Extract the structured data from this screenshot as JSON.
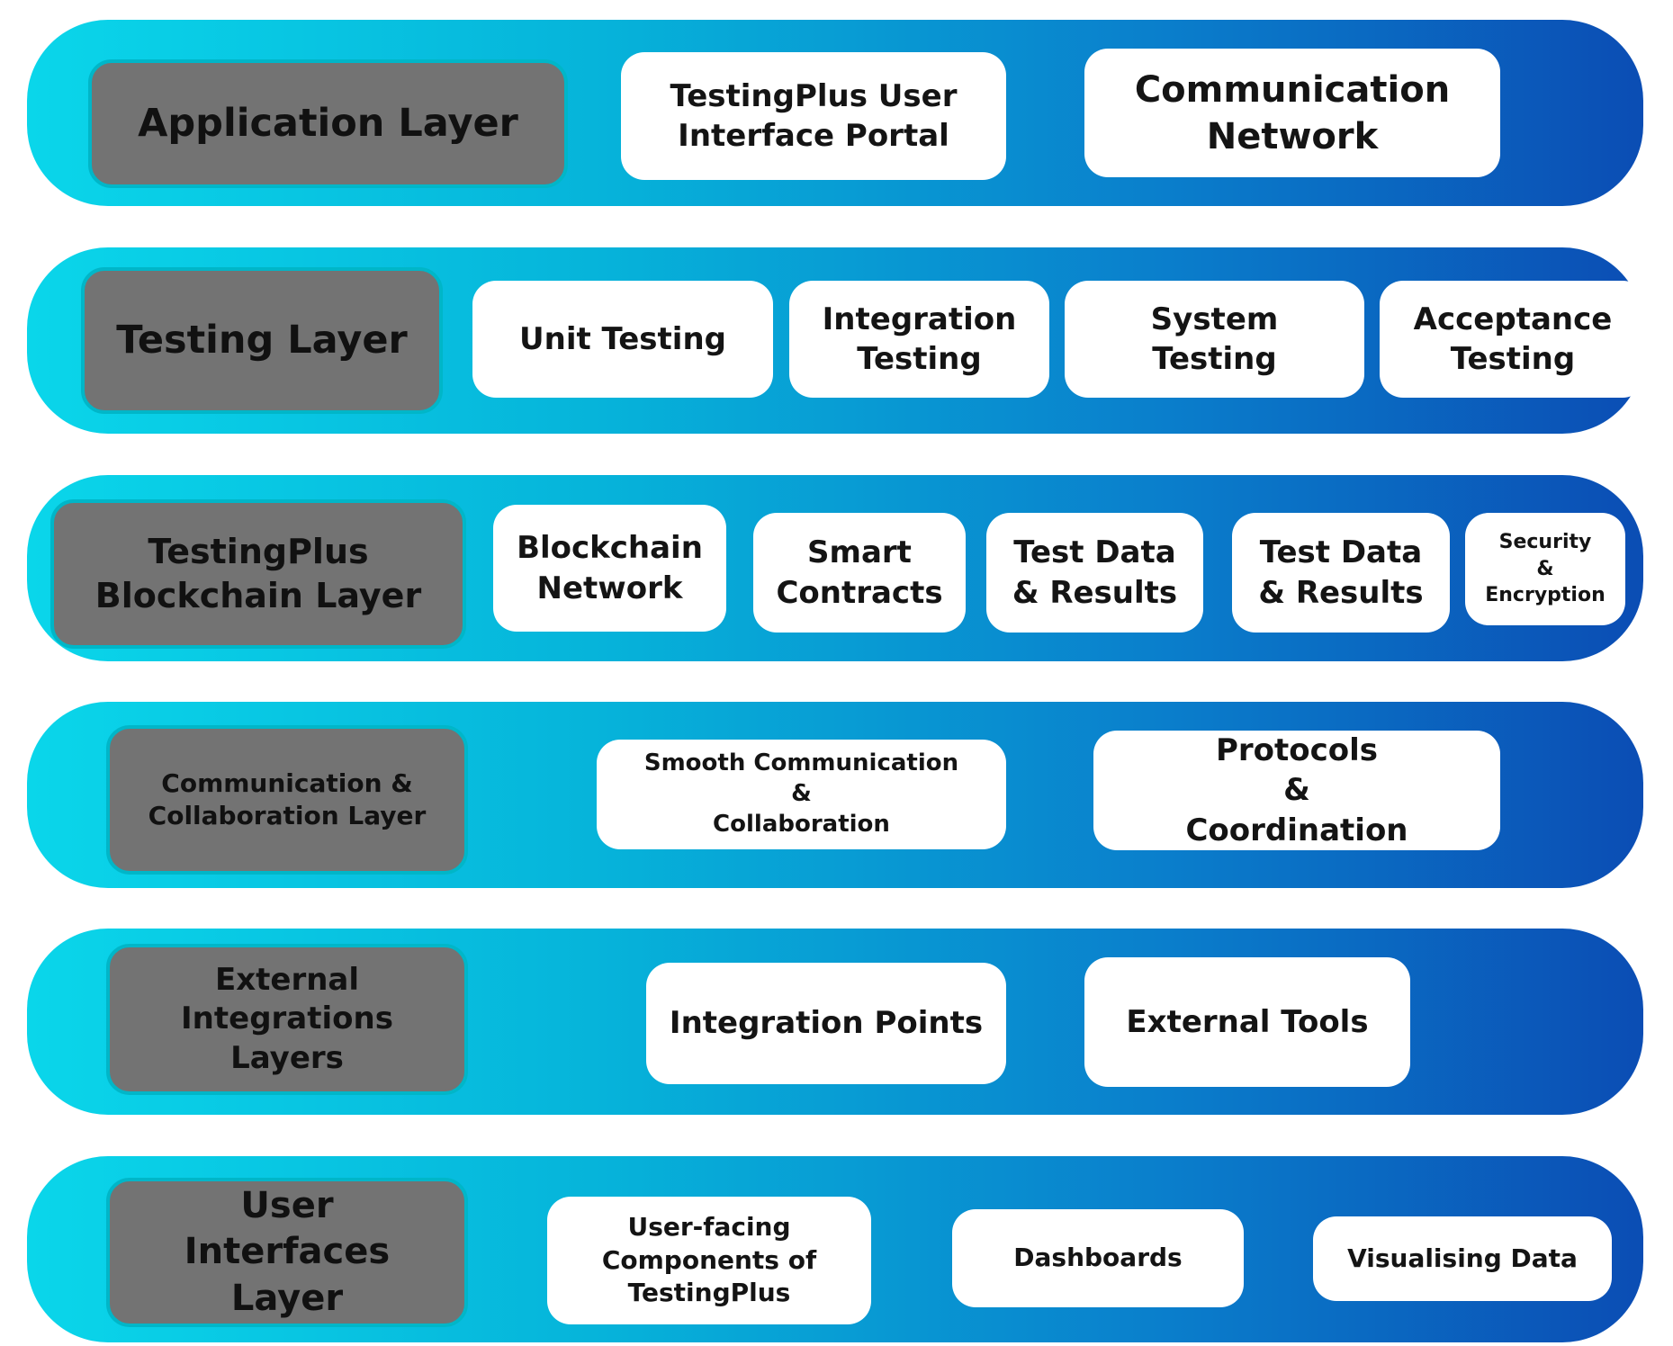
{
  "layers": [
    {
      "label": "Application Layer",
      "items": [
        "TestingPlus User\nInterface Portal",
        "Communication\nNetwork"
      ]
    },
    {
      "label": "Testing Layer",
      "items": [
        "Unit Testing",
        "Integration\nTesting",
        "System\nTesting",
        "Acceptance\nTesting"
      ]
    },
    {
      "label": "TestingPlus\nBlockchain Layer",
      "items": [
        "Blockchain\nNetwork",
        "Smart\nContracts",
        "Test Data\n& Results",
        "Test Data\n& Results",
        "Security\n&\nEncryption"
      ]
    },
    {
      "label": "Communication &\nCollaboration Layer",
      "items": [
        "Smooth Communication\n&\nCollaboration",
        "Protocols\n&\nCoordination"
      ]
    },
    {
      "label": "External\nIntegrations\nLayers",
      "items": [
        "Integration Points",
        "External Tools"
      ]
    },
    {
      "label": "User\nInterfaces\nLayer",
      "items": [
        "User-facing\nComponents of\nTestingPlus",
        "Dashboards",
        "Visualising Data"
      ]
    }
  ],
  "colors": {
    "band_gradient": [
      "#0ad6ea",
      "#06b4da",
      "#0a7fcc",
      "#0b4db4"
    ],
    "label_box": "#737373",
    "card": "#ffffff"
  }
}
